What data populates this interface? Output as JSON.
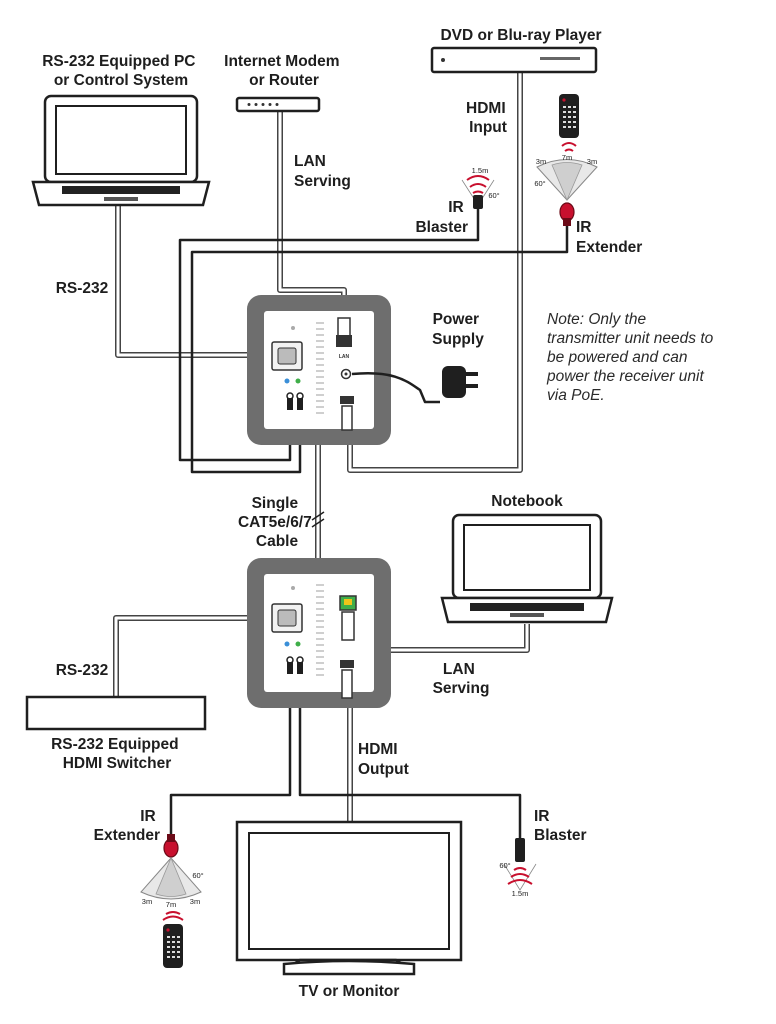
{
  "labels": {
    "rs232_pc": [
      "RS-232 Equipped PC",
      "or Control System"
    ],
    "modem": [
      "Internet Modem",
      "or Router"
    ],
    "dvd": "DVD or Blu-ray Player",
    "hdmi_input": [
      "HDMI",
      "Input"
    ],
    "lan_serving_top": [
      "LAN",
      "Serving"
    ],
    "ir_blaster_top": [
      "IR",
      "Blaster"
    ],
    "ir_extender_top": [
      "IR",
      "Extender"
    ],
    "rs232_top": "RS-232",
    "power_supply": [
      "Power",
      "Supply"
    ],
    "cable": [
      "Single",
      "CAT5e/6/7",
      "Cable"
    ],
    "notebook": "Notebook",
    "rs232_bottom": "RS-232",
    "lan_serving_bottom": [
      "LAN",
      "Serving"
    ],
    "switcher": [
      "RS-232 Equipped",
      "HDMI Switcher"
    ],
    "hdmi_output": [
      "HDMI",
      "Output"
    ],
    "ir_extender_bottom": [
      "IR",
      "Extender"
    ],
    "ir_blaster_bottom": [
      "IR",
      "Blaster"
    ],
    "tv": "TV or Monitor"
  },
  "note": [
    "Note: Only the",
    "transmitter unit needs to",
    "be powered and can",
    "power the receiver unit",
    "via PoE."
  ],
  "ir_specs": {
    "blaster_distance": "1.5m",
    "blaster_angle": "60°",
    "extender_side": "3m",
    "extender_center": "7m",
    "extender_angle": "60°"
  },
  "colors": {
    "ir_red": "#c8102e",
    "panel_gray": "#6e6e6e",
    "led_blue": "#3a8fd8",
    "led_green": "#3fae49"
  }
}
